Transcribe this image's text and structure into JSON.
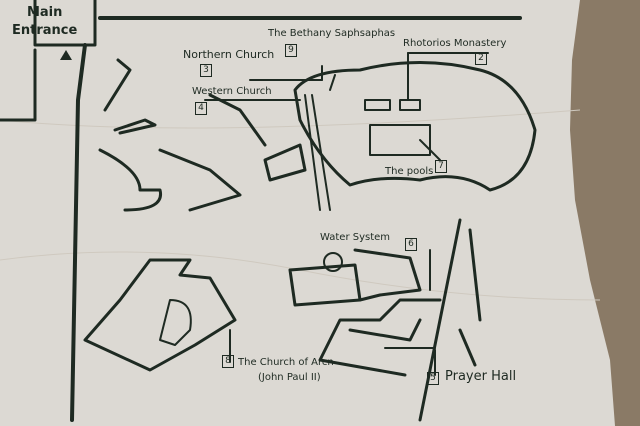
{
  "map": {
    "entrance": {
      "line1": "Main",
      "line2": "Entrance"
    },
    "sites": [
      {
        "number": "9",
        "name": "The Bethany Saphsaphas"
      },
      {
        "number": "2",
        "name": "Rhotorios Monastery"
      },
      {
        "number": "3",
        "name": "Northern Church"
      },
      {
        "number": "4",
        "name": "Western Church"
      },
      {
        "number": "7",
        "name": "The pools"
      },
      {
        "number": "6",
        "name": "Water System"
      },
      {
        "number": "8",
        "name": "The Church of Arcn",
        "subtitle": "(John Paul II)"
      },
      {
        "number": "5",
        "name": "Prayer Hall"
      }
    ]
  }
}
